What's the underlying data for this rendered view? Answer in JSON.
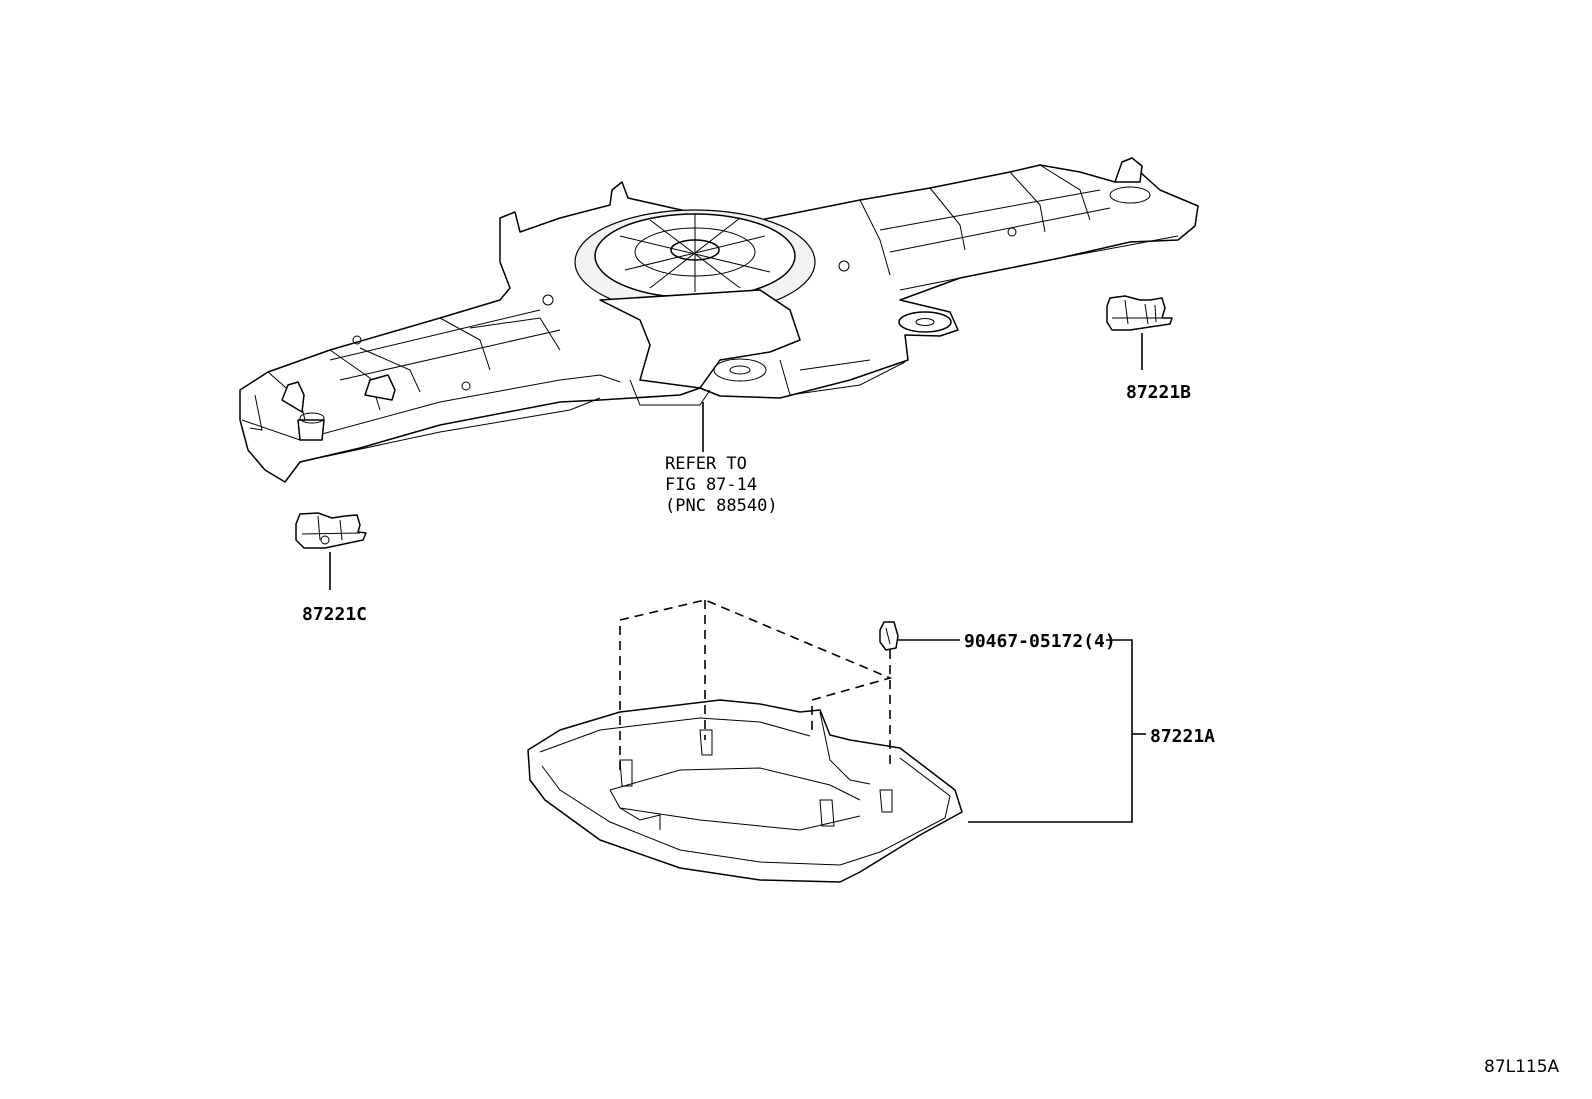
{
  "labels": {
    "part_b": "87221B",
    "part_c": "87221C",
    "part_a": "87221A",
    "clip": "90467-05172(4)",
    "refer_line1": "REFER TO",
    "refer_line2": "FIG 87-14",
    "refer_line3": "(PNC 88540)",
    "figure_id": "87L115A"
  }
}
